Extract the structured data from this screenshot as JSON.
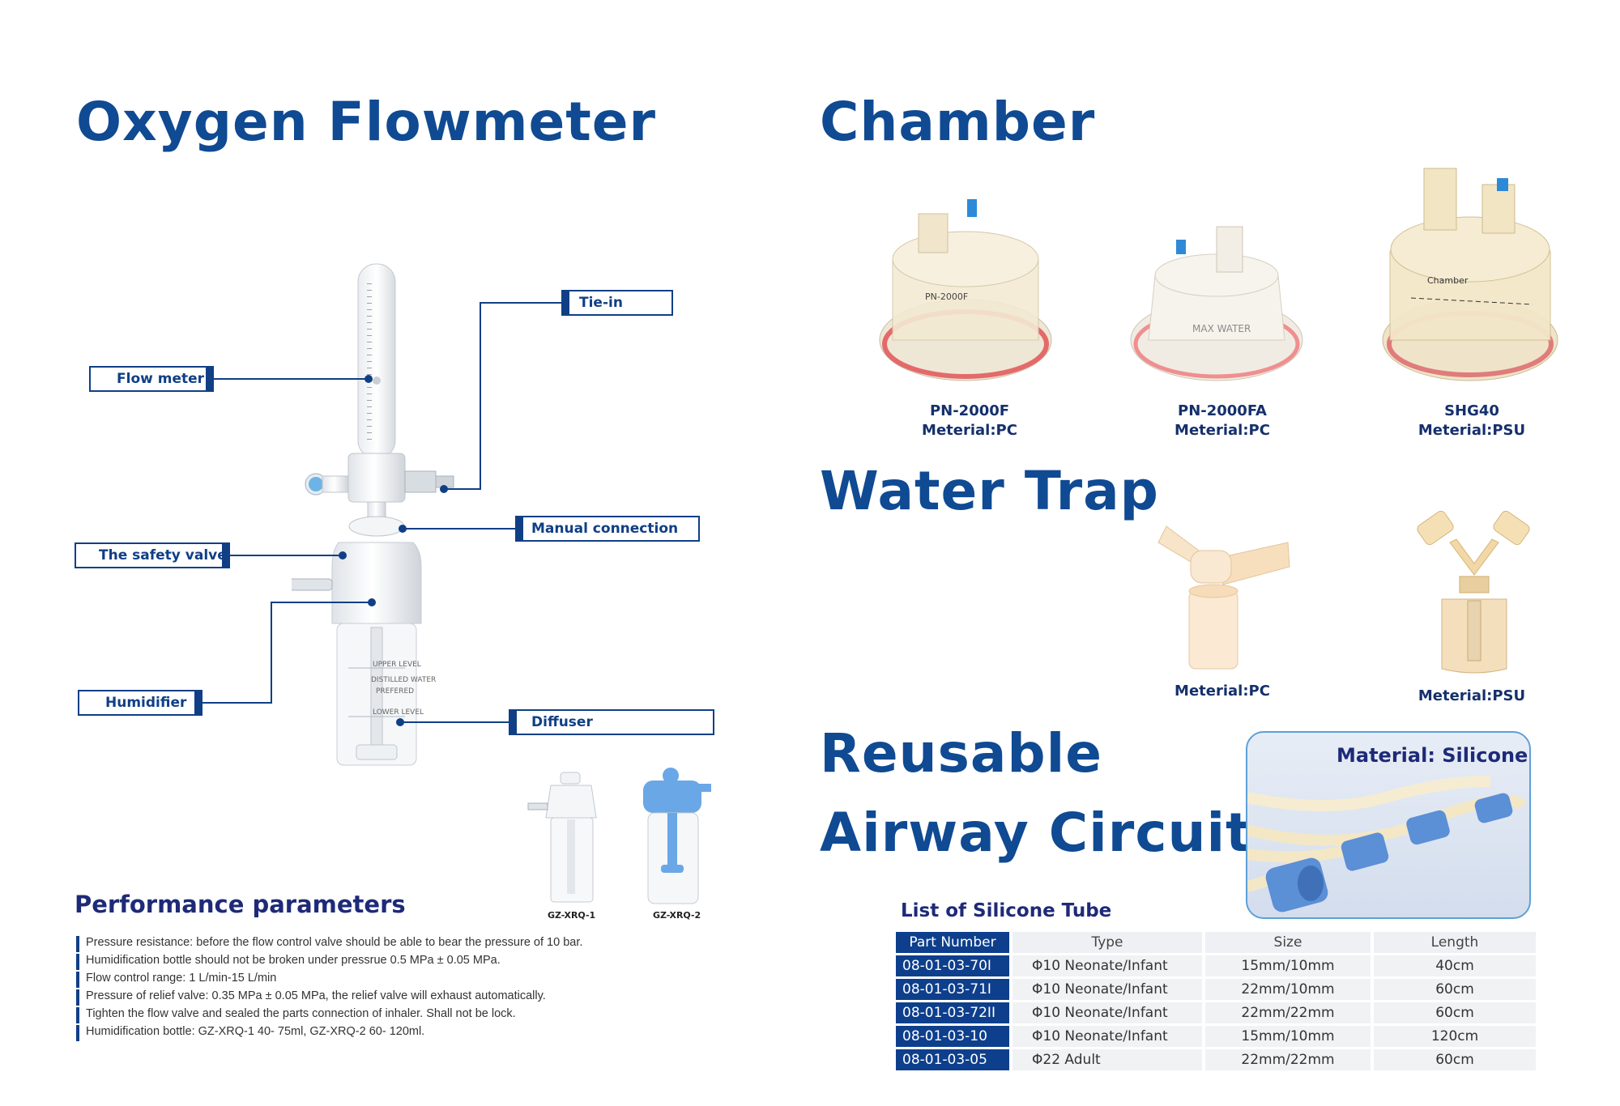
{
  "left": {
    "title": "Oxygen Flowmeter",
    "callouts": {
      "tie_in": "Tie-in",
      "flow_meter": "Flow meter",
      "manual_connection": "Manual connection",
      "safety_valve": "The safety valve",
      "humidifier": "Humidifier",
      "diffuser": "Diffuser"
    },
    "bottle_text": [
      "UPPER LEVEL",
      "DISTILLED WATER",
      "PREFERED",
      "LOWER LEVEL"
    ],
    "bottles": [
      "GZ-XRQ-1",
      "GZ-XRQ-2"
    ],
    "performance_title": "Performance parameters",
    "performance_items": [
      "Pressure resistance: before the flow control valve should be able to bear the pressure of 10 bar.",
      "Humidification bottle should not be broken under pressrue 0.5 MPa ± 0.05 MPa.",
      "Flow control range: 1 L/min-15 L/min",
      "Pressure of relief valve: 0.35 MPa ± 0.05 MPa, the relief valve will exhaust automatically.",
      "Tighten the flow valve and sealed the parts connection of inhaler. Shall not be lock.",
      "Humidification bottle: GZ-XRQ-1 40- 75ml, GZ-XRQ-2 60- 120ml."
    ]
  },
  "right": {
    "chamber_title": "Chamber",
    "chambers": [
      {
        "model": "PN-2000F",
        "material": "Meterial:PC",
        "print": "PN-2000F"
      },
      {
        "model": "PN-2000FA",
        "material": "Meterial:PC",
        "print": "MAX  WATER"
      },
      {
        "model": "SHG40",
        "material": "Meterial:PSU",
        "print": "Chamber"
      }
    ],
    "water_trap_title": "Water Trap",
    "water_traps": [
      {
        "material": "Meterial:PC"
      },
      {
        "material": "Meterial:PSU"
      }
    ],
    "circuit_title_line1": "Reusable",
    "circuit_title_line2": "Airway Circuit",
    "silicone_label": "Material: Silicone",
    "table_title": "List of Silicone Tube",
    "table_headers": [
      "Part Number",
      "Type",
      "Size",
      "Length"
    ],
    "table_rows": [
      [
        "08-01-03-70I",
        "Φ10 Neonate/Infant",
        "15mm/10mm",
        "40cm"
      ],
      [
        "08-01-03-71I",
        "Φ10 Neonate/Infant",
        "22mm/10mm",
        "60cm"
      ],
      [
        "08-01-03-72II",
        "Φ10 Neonate/Infant",
        "22mm/22mm",
        "60cm"
      ],
      [
        "08-01-03-10",
        "Φ10 Neonate/Infant",
        "15mm/10mm",
        "120cm"
      ],
      [
        "08-01-03-05",
        "Φ22  Adult",
        "22mm/22mm",
        "60cm"
      ]
    ]
  },
  "colors": {
    "title_blue": "#0f4a93",
    "callout_blue": "#103f86",
    "table_header_blue": "#0e3f8c",
    "silicone_blue": "#5b8fd6"
  }
}
